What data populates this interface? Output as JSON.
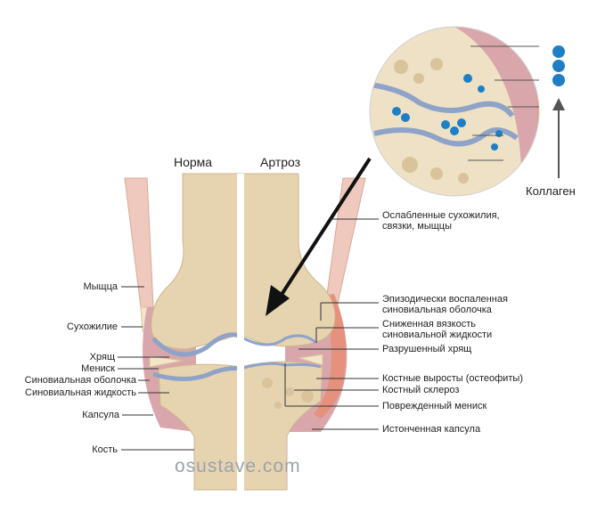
{
  "headers": {
    "normal": "Норма",
    "arthrosis": "Артроз"
  },
  "collagen_label": "Коллаген",
  "watermark": "osustave.com",
  "left_labels": {
    "muscle": "Мыщца",
    "tendon": "Сухожилие",
    "cartilage": "Хрящ",
    "meniscus": "Мениск",
    "synovial_membrane": "Синовиальная оболочка",
    "synovial_fluid": "Синовиальная жидкость",
    "capsule": "Капсула",
    "bone": "Кость"
  },
  "right_labels": {
    "weakened_tendons": "Ослабленные сухожилия,\nсвязки, мыщцы",
    "inflamed_membrane": "Эпизодически воспаленная\nсиновиальная оболочка",
    "reduced_viscosity": "Сниженная вязкость\nсиновиальной жидкости",
    "destroyed_cartilage": "Разрушенный хрящ",
    "osteophytes": "Костные выросты (остеофиты)",
    "sclerosis": "Костный склероз",
    "damaged_meniscus": "Поврежденный мениск",
    "thinned_capsule": "Истонченная капсула"
  },
  "colors": {
    "bone": "#e6d3b0",
    "bone_dark": "#d8c39b",
    "cartilage": "#8fa3c8",
    "capsule": "#d9a7ab",
    "muscle": "#efc9bd",
    "inflamed": "#e9876b",
    "collagen": "#1e7fc6"
  }
}
